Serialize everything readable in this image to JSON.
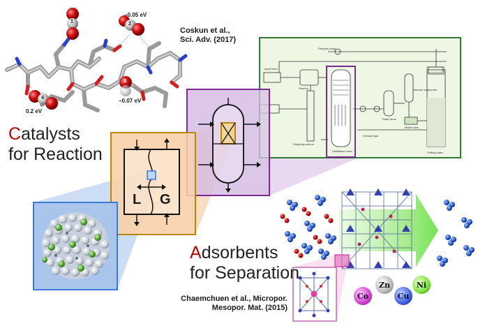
{
  "citations": {
    "coskun_line1": "Coskun et al.,",
    "coskun_line2": "Sci. Adv. (2017)",
    "chaem_line1": "Chaemchuen et al., Micropor.",
    "chaem_line2": "Mesopor. Mat. (2015)"
  },
  "headings": {
    "catalysts_initial": "C",
    "catalysts_rest": "atalysts",
    "catalysts_line2": "for Reaction",
    "adsorbents_initial": "A",
    "adsorbents_rest": "dsorbents",
    "adsorbents_line2": "for Separation"
  },
  "molecule_energies": {
    "e1": "−0.05 eV",
    "e2": "0.2 eV",
    "e3": "−0.07 eV"
  },
  "co2_labels": [
    "1",
    "2",
    "3",
    "4"
  ],
  "interface_labels": {
    "liquid": "L",
    "gas": "G"
  },
  "metal_ions": [
    "Co",
    "Zn",
    "Cu",
    "Ni"
  ],
  "flowsheet_labels": [
    "Distillation tower",
    "Flash drum",
    "Stripping column",
    "Exhaust gas",
    "Liquid feed",
    "Vacuum evaporator",
    "Prilling tower",
    "Melter tank",
    "Recycle pump",
    "Reactor"
  ],
  "colors": {
    "scale_orange_border": "#b8860b",
    "scale_purple_border": "#7b2a8f",
    "scale_green_border": "#2e7d32",
    "scale_blue_border": "#3a7bd5",
    "highlight_red": "#c00000"
  }
}
